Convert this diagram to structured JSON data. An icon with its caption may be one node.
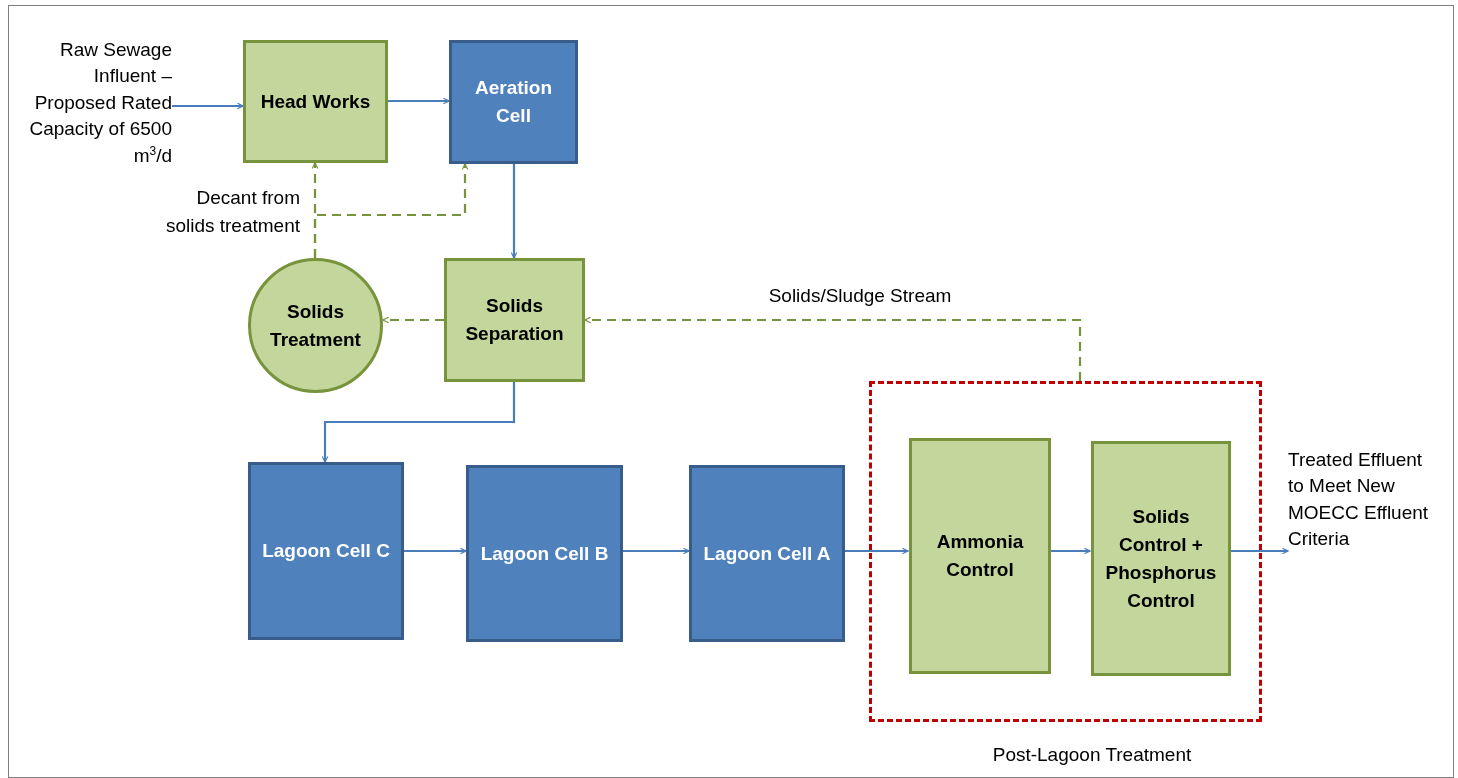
{
  "diagram": {
    "nodes": [
      {
        "text": [
          "Raw Sewage Influent – Proposed Rated Capacity of 6500 m$^{3}$/d"
        ]
      },
      {
        "text": [
          "Head Works"
        ]
      },
      {
        "text": [
          "Aeration Cell"
        ]
      },
      {
        "text": [
          "Solids Treatment"
        ]
      },
      {
        "text": [
          "Solids Separation"
        ]
      },
      {
        "text": [
          "Lagoon Cell C"
        ]
      },
      {
        "text": [
          "Lagoon Cell B"
        ]
      },
      {
        "text": [
          "Lagoon Cell A"
        ]
      },
      {
        "text": [
          "Post-Lagoon Treatment"
        ]
      },
      {
        "text": [
          "Ammonia Control"
        ],
        "in": 8
      },
      {
        "text": [
          "Solids Control + Phosphorus Control"
        ],
        "in": 8
      },
      {
        "text": [
          "Treated Effluent to Meet New MOECC Effluent Criteria"
        ]
      }
    ],
    "edges": [
      {
        "from": 0,
        "to": 1,
        "arrow": "to"
      },
      {
        "from": 1,
        "to": 2,
        "arrow": "to"
      },
      {
        "from": 2,
        "to": 4,
        "arrow": "to"
      },
      {
        "from": 3,
        "to": 1,
        "arrow": "to",
        "label": "Decant from solids treatment",
        "style": "dashed",
        "color": "#77933c"
      },
      {
        "from": 3,
        "to": 2,
        "arrow": "to",
        "style": "dashed",
        "color": "#77933c"
      },
      {
        "from": 4,
        "to": 3,
        "arrow": "to",
        "style": "dashed",
        "color": "#77933c"
      },
      {
        "from": 8,
        "to": 4,
        "arrow": "to",
        "label": "Solids/Sludge Stream",
        "style": "dashed",
        "color": "#77933c"
      },
      {
        "from": 4,
        "to": 5,
        "arrow": "to"
      },
      {
        "from": 5,
        "to": 6,
        "arrow": "to"
      },
      {
        "from": 6,
        "to": 7,
        "arrow": "to"
      },
      {
        "from": 7,
        "to": 9,
        "arrow": "to"
      },
      {
        "from": 9,
        "to": 10,
        "arrow": "to"
      },
      {
        "from": 10,
        "to": 11,
        "arrow": "to"
      }
    ]
  }
}
